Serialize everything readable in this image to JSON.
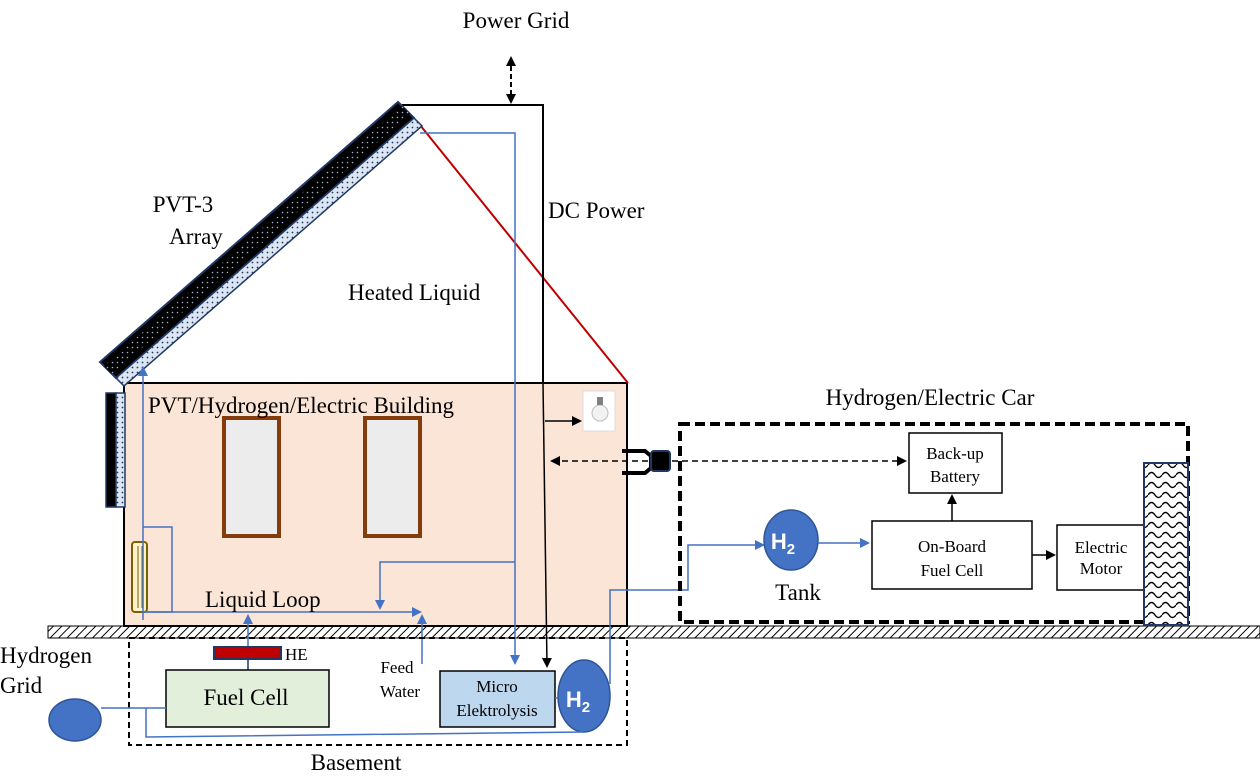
{
  "labels": {
    "power_grid": "Power Grid",
    "dc_power": "DC Power",
    "pvt_array_line1": "PVT-3",
    "pvt_array_line2": "Array",
    "heated_liquid": "Heated Liquid",
    "building": "PVT/Hydrogen/Electric Building",
    "car": "Hydrogen/Electric Car",
    "backup_battery_line1": "Back-up",
    "backup_battery_line2": "Battery",
    "fuel_cell_onboard_line1": "On-Board",
    "fuel_cell_onboard_line2": "Fuel Cell",
    "electric_motor_line1": "Electric",
    "electric_motor_line2": "Motor",
    "h2_main": "H",
    "h2_sub": "2",
    "tank": "Tank",
    "liquid_loop": "Liquid Loop",
    "hydrogen_grid_line1": "Hydrogen",
    "hydrogen_grid_line2": "Grid",
    "he": "HE",
    "fuel_cell": "Fuel Cell",
    "feed_water_line1": "Feed",
    "feed_water_line2": "Water",
    "micro_line1": "Micro",
    "micro_line2": "Elektrolysis",
    "basement": "Basement"
  },
  "colors": {
    "building_fill": "#fbe5d6",
    "window_frame": "#843c0c",
    "window_fill": "#ececec",
    "pipe_blue": "#4472c4",
    "h2_fill": "#4472c4",
    "roof_red": "#c00000",
    "fuel_cell_fill": "#e2efda",
    "electrolysis_fill": "#bdd7ee",
    "he_fill": "#c00000",
    "panel_border": "#203864"
  }
}
